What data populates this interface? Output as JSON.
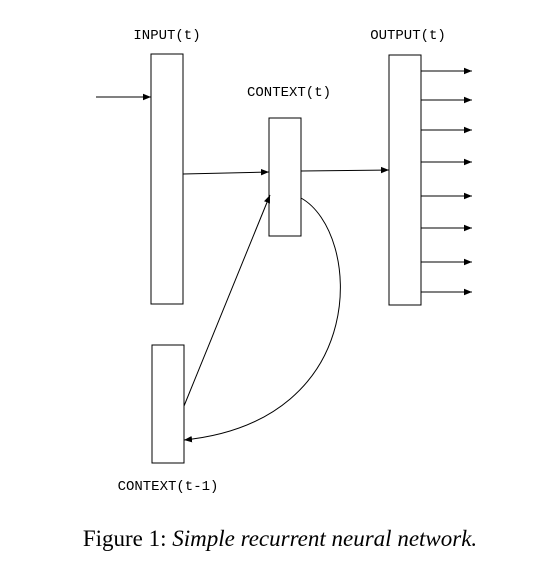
{
  "labels": {
    "input": "INPUT(t)",
    "output": "OUTPUT(t)",
    "context": "CONTEXT(t)",
    "context_prev": "CONTEXT(t-1)"
  },
  "caption": {
    "prefix": "Figure 1:",
    "text": "Simple recurrent neural network."
  }
}
